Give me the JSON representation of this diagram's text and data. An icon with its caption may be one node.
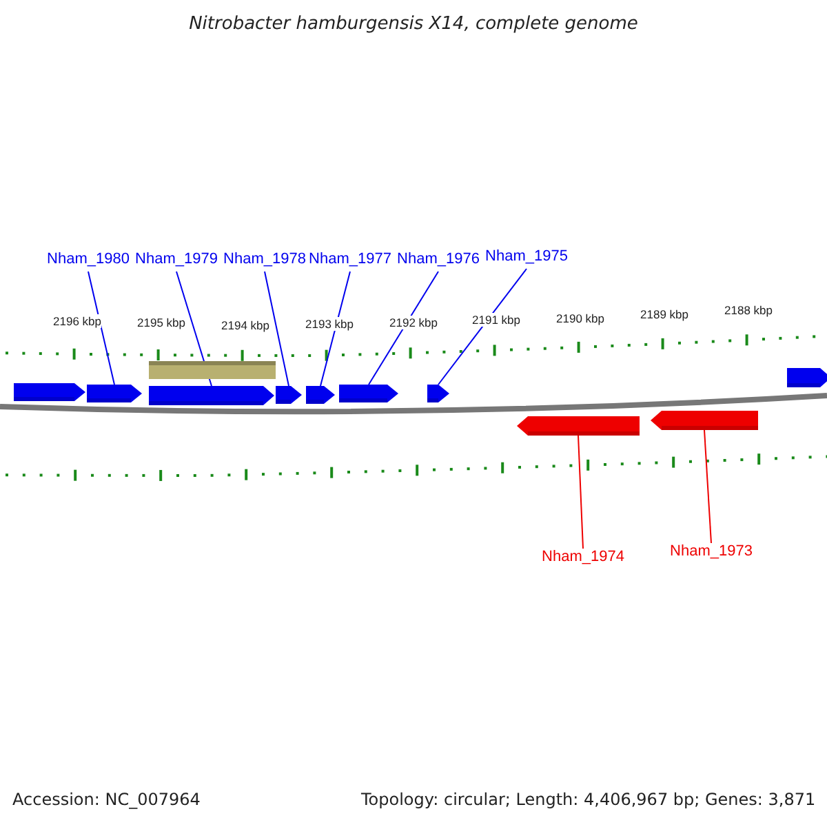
{
  "diagram": {
    "title": "Nitrobacter hamburgensis X14, complete genome",
    "nodes": [
      {
        "text": [
          "Nham_1980"
        ]
      },
      {
        "text": [
          "Nham_1979"
        ]
      },
      {
        "text": [
          "Nham_1978"
        ]
      },
      {
        "text": [
          "Nham_1977"
        ]
      },
      {
        "text": [
          "Nham_1976"
        ]
      },
      {
        "text": [
          "Nham_1975"
        ]
      },
      {
        "text": [
          "Nham_1974"
        ]
      },
      {
        "text": [
          "Nham_1973"
        ]
      },
      {
        "text": [],
        "shape": "arrow"
      },
      {
        "text": [],
        "shape": "arrow"
      },
      {
        "text": [],
        "shape": "arrow"
      },
      {
        "text": [],
        "shape": "arrow"
      },
      {
        "text": [],
        "shape": "arrow"
      },
      {
        "text": [],
        "shape": "arrow"
      },
      {
        "text": [],
        "shape": "arrow"
      },
      {
        "text": [],
        "shape": "arrow"
      },
      {
        "text": [],
        "shape": "bar"
      },
      {
        "text": [],
        "shape": "arrow"
      },
      {
        "text": [],
        "shape": "arrow"
      }
    ],
    "edges": [
      {
        "from": 0,
        "to": 9,
        "arrow": "none"
      },
      {
        "from": 1,
        "to": 10,
        "arrow": "none"
      },
      {
        "from": 2,
        "to": 11,
        "arrow": "none"
      },
      {
        "from": 3,
        "to": 12,
        "arrow": "none"
      },
      {
        "from": 4,
        "to": 13,
        "arrow": "none"
      },
      {
        "from": 5,
        "to": 14,
        "arrow": "none"
      },
      {
        "from": 6,
        "to": 17,
        "arrow": "none",
        "color": "#ee0000"
      },
      {
        "from": 7,
        "to": 18,
        "arrow": "none",
        "color": "#ee0000"
      }
    ],
    "labels": [
      "2196 kbp",
      "2195 kbp",
      "2194 kbp",
      "2193 kbp",
      "2192 kbp",
      "2191 kbp",
      "2190 kbp",
      "2189 kbp",
      "2188 kbp",
      "Accession: NC_007964",
      "Topology: circular; Length: 4,406,967 bp; Genes: 3,871"
    ]
  }
}
